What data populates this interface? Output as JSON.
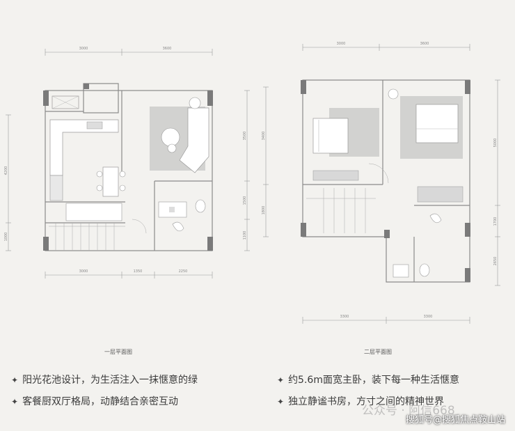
{
  "plan1": {
    "title": "一层平面图",
    "dims_top": [
      "3000",
      "3600"
    ],
    "dims_bottom": [
      "3000",
      "1350",
      "2250"
    ],
    "dims_left": [
      "4200",
      "1000"
    ],
    "dims_right": [
      "3500",
      "1500",
      "1100"
    ]
  },
  "plan2": {
    "title": "二层平面图",
    "dims_top": [
      "3000",
      "3600"
    ],
    "dims_bottom": [
      "3300",
      "3300"
    ],
    "dims_left": [
      "3400",
      "1800"
    ],
    "dims_right": [
      "5000",
      "1700",
      "2650"
    ]
  },
  "features": {
    "left": [
      "阳光花池设计，为生活注入一抹惬意的绿",
      "客餐厨双厅格局，动静结合亲密互动"
    ],
    "right": [
      "约5.6m面宽主卧，装下每一种生活惬意",
      "独立静谧书房，方寸之间的精神世界"
    ],
    "bullet": "✦"
  },
  "watermark": "公众号 · 阿信668",
  "source": "搜狐号@搜狐焦点鞍山站",
  "colors": {
    "wall": "#7a7a7a",
    "rug": "#d2d2d0",
    "line": "#9a9a9a",
    "bg": "#f3f2ef"
  }
}
